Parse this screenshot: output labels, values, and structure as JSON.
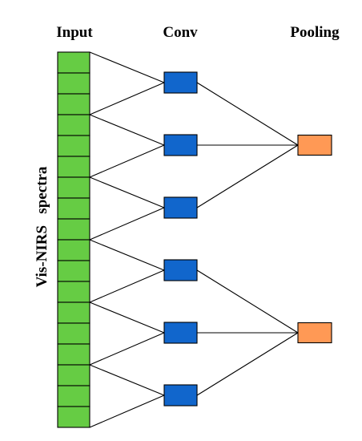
{
  "labels": {
    "input": "Input",
    "conv": "Conv",
    "pooling": "Pooling",
    "side": "Vis-NIRS   spectra"
  },
  "input_layer": {
    "cell_count": 18,
    "color": "#66cc44"
  },
  "conv_layer": {
    "node_count": 6,
    "color": "#1166cc"
  },
  "pooling_layer": {
    "node_count": 2,
    "color": "#ff9955"
  },
  "connections": {
    "input_groups_per_conv": [
      [
        0,
        3
      ],
      [
        3,
        6
      ],
      [
        6,
        9
      ],
      [
        9,
        12
      ],
      [
        12,
        15
      ],
      [
        15,
        18
      ]
    ],
    "pooling_inputs": [
      [
        0,
        1,
        2
      ],
      [
        3,
        4,
        5
      ]
    ]
  }
}
